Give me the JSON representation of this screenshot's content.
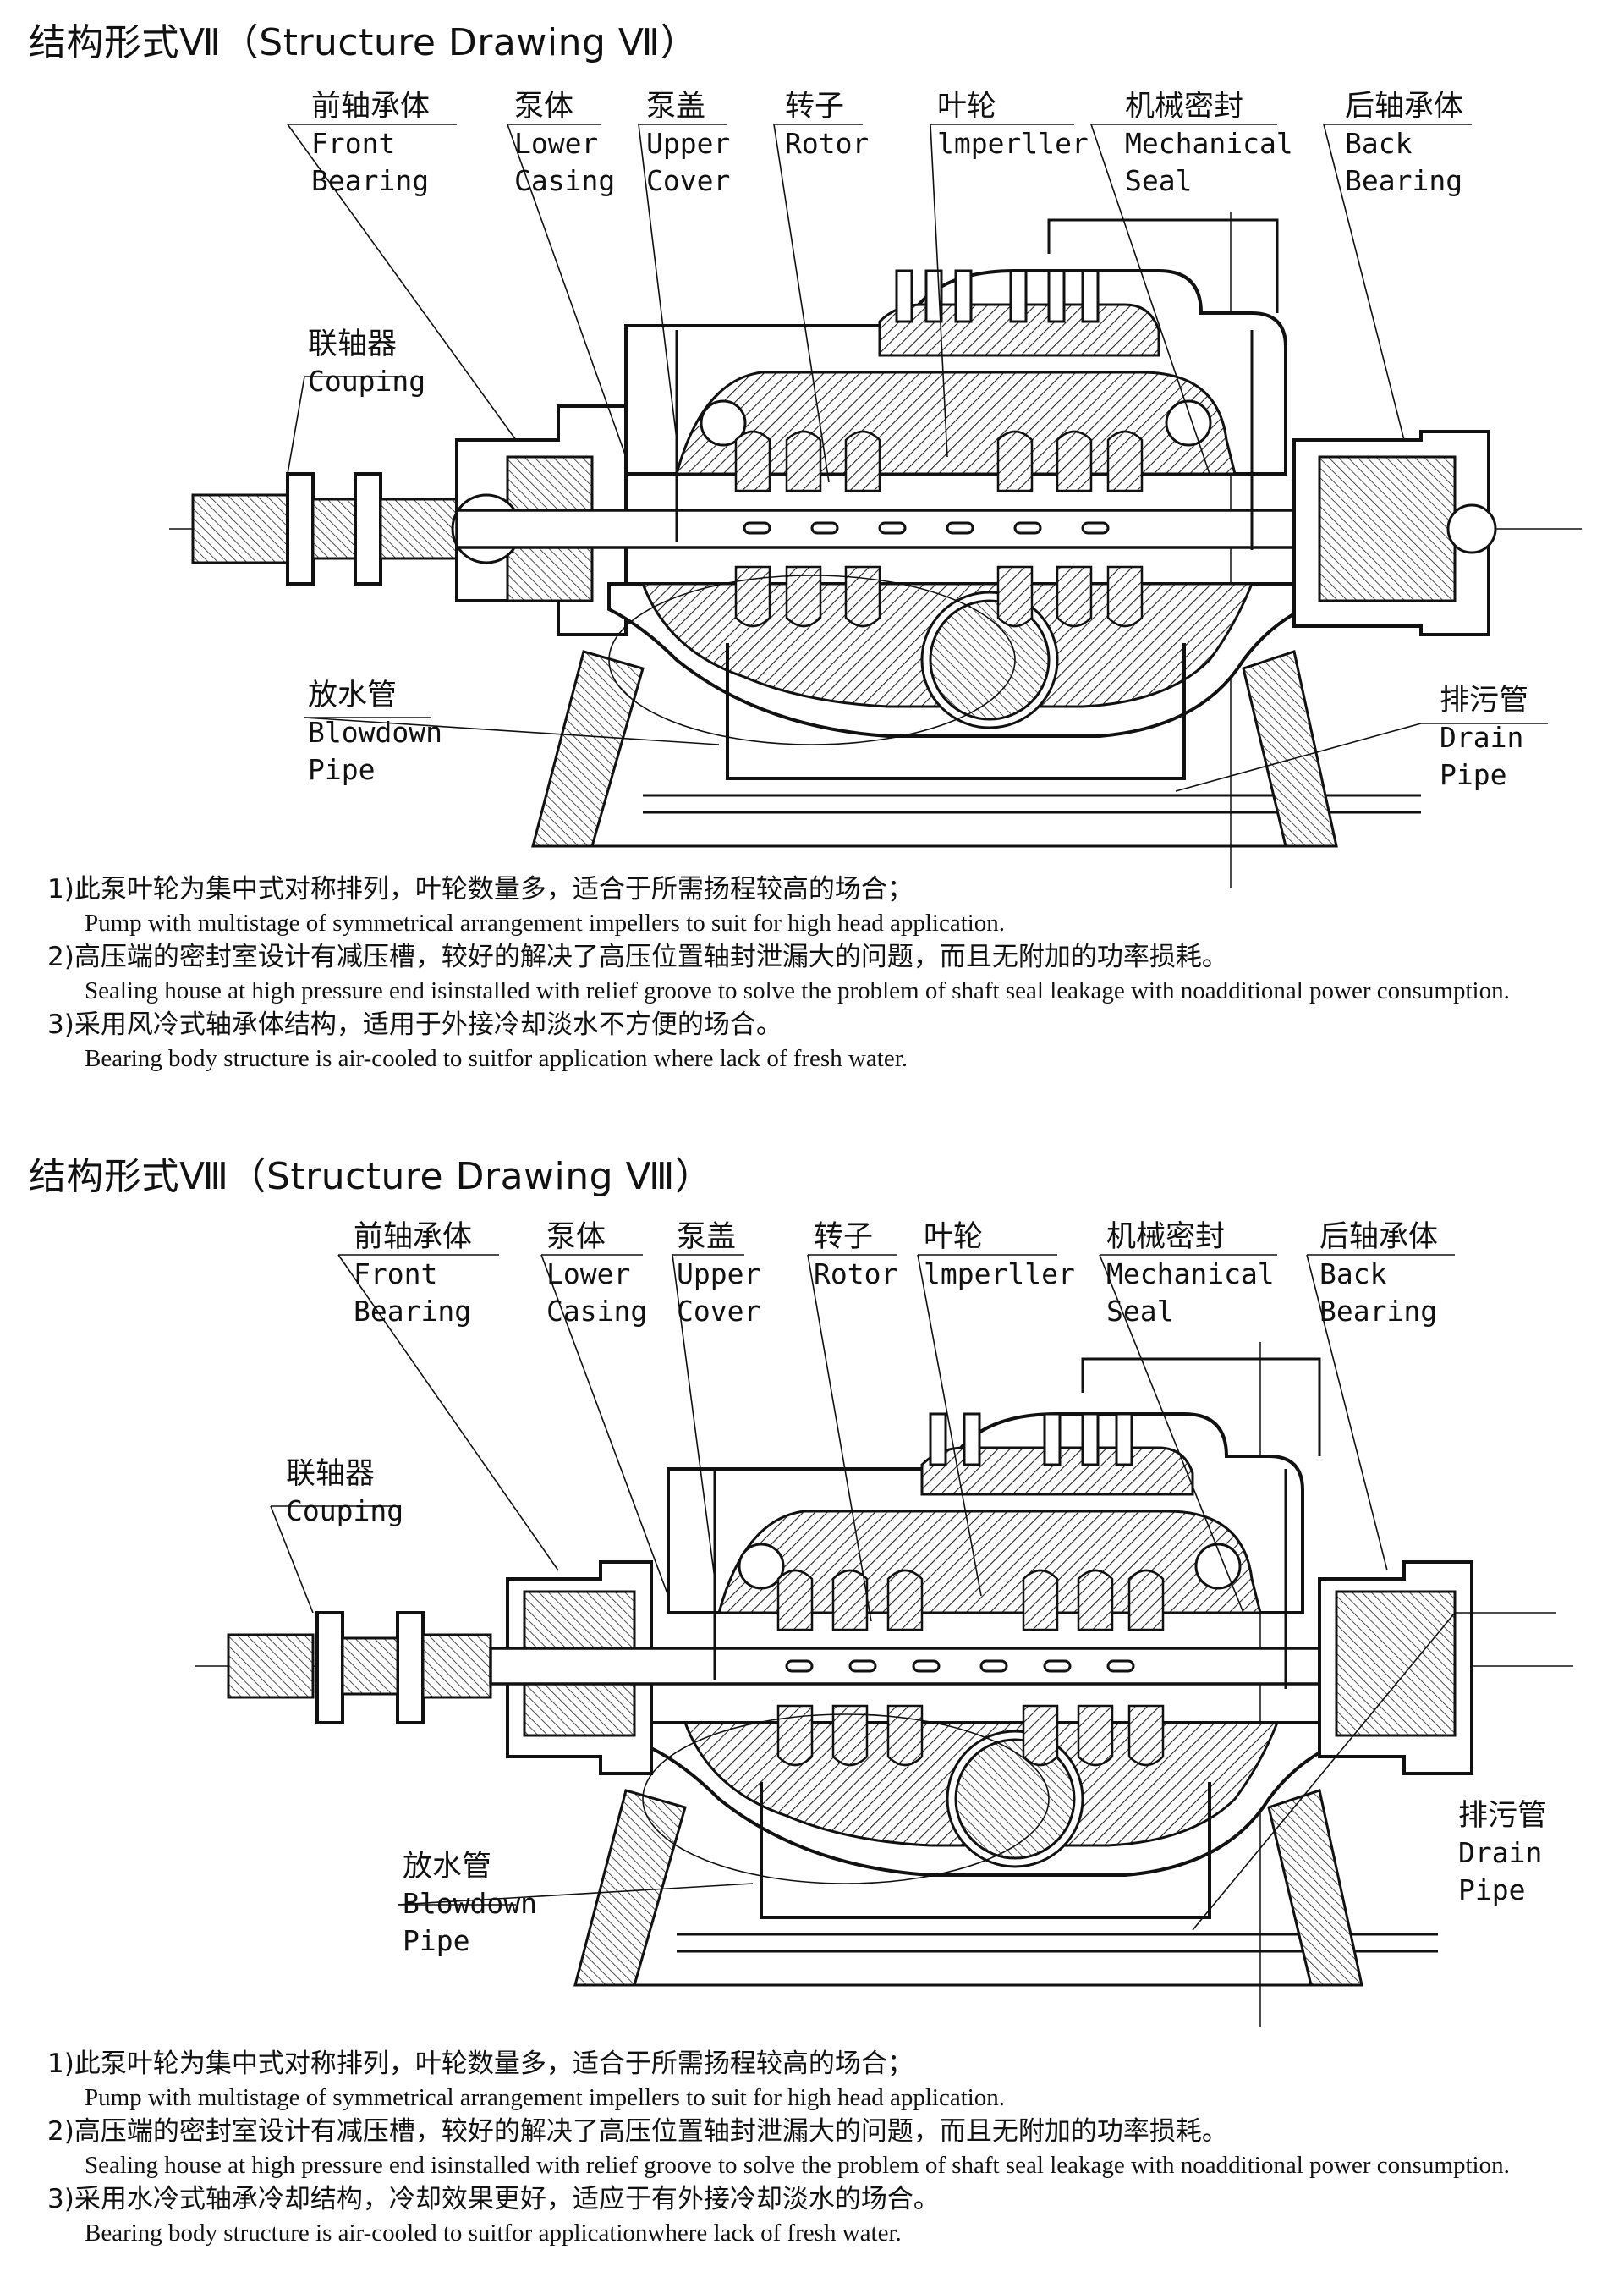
{
  "drawing_vii": {
    "title": "结构形式Ⅶ（Structure Drawing Ⅶ）",
    "labels": {
      "front_bearing": {
        "zh": "前轴承体",
        "en": [
          "Front",
          "Bearing"
        ]
      },
      "lower_casing": {
        "zh": "泵体",
        "en": [
          "Lower",
          "Casing"
        ]
      },
      "upper_cover": {
        "zh": "泵盖",
        "en": [
          "Upper",
          "Cover"
        ]
      },
      "rotor": {
        "zh": "转子",
        "en": [
          "Rotor"
        ]
      },
      "impeller": {
        "zh": "叶轮",
        "en": [
          "lmperller"
        ]
      },
      "mechanical_seal": {
        "zh": "机械密封",
        "en": [
          "Mechanical",
          "Seal"
        ]
      },
      "back_bearing": {
        "zh": "后轴承体",
        "en": [
          "Back",
          "Bearing"
        ]
      },
      "coupling": {
        "zh": "联轴器",
        "en": [
          "Couping"
        ]
      },
      "blowdown_pipe": {
        "zh": "放水管",
        "en": [
          "Blowdown",
          "Pipe"
        ]
      },
      "drain_pipe": {
        "zh": "排污管",
        "en": [
          "Drain",
          "Pipe"
        ]
      }
    },
    "notes": [
      {
        "zh": "1)此泵叶轮为集中式对称排列，叶轮数量多，适合于所需扬程较高的场合；",
        "en": "Pump with multistage of symmetrical arrangement impellers to suit for high head application."
      },
      {
        "zh": "2)高压端的密封室设计有减压槽，较好的解决了高压位置轴封泄漏大的问题，而且无附加的功率损耗。",
        "en": "Sealing house at high pressure end isinstalled with relief groove to solve the problem of shaft seal leakage with noadditional power consumption."
      },
      {
        "zh": "3)采用风冷式轴承体结构，适用于外接冷却淡水不方便的场合。",
        "en": "Bearing body structure is air-cooled to suitfor application where lack of fresh water."
      }
    ]
  },
  "drawing_viii": {
    "title": "结构形式Ⅷ（Structure Drawing Ⅷ）",
    "labels": {
      "front_bearing": {
        "zh": "前轴承体",
        "en": [
          "Front",
          "Bearing"
        ]
      },
      "lower_casing": {
        "zh": "泵体",
        "en": [
          "Lower",
          "Casing"
        ]
      },
      "upper_cover": {
        "zh": "泵盖",
        "en": [
          "Upper",
          "Cover"
        ]
      },
      "rotor": {
        "zh": "转子",
        "en": [
          "Rotor"
        ]
      },
      "impeller": {
        "zh": "叶轮",
        "en": [
          "lmperller"
        ]
      },
      "mechanical_seal": {
        "zh": "机械密封",
        "en": [
          "Mechanical",
          "Seal"
        ]
      },
      "back_bearing": {
        "zh": "后轴承体",
        "en": [
          "Back",
          "Bearing"
        ]
      },
      "coupling": {
        "zh": "联轴器",
        "en": [
          "Couping"
        ]
      },
      "blowdown_pipe": {
        "zh": "放水管",
        "en": [
          "Blowdown",
          "Pipe"
        ]
      },
      "drain_pipe": {
        "zh": "排污管",
        "en": [
          "Drain",
          "Pipe"
        ]
      }
    },
    "notes": [
      {
        "zh": "1)此泵叶轮为集中式对称排列，叶轮数量多，适合于所需扬程较高的场合；",
        "en": "Pump with multistage of symmetrical arrangement impellers to suit for high head application."
      },
      {
        "zh": "2)高压端的密封室设计有减压槽，较好的解决了高压位置轴封泄漏大的问题，而且无附加的功率损耗。",
        "en": "Sealing house at high pressure end isinstalled with relief groove to solve the problem of shaft seal leakage with noadditional power consumption."
      },
      {
        "zh": "3)采用水冷式轴承冷却结构，冷却效果更好，适应于有外接冷却淡水的场合。",
        "en": "Bearing body structure is air-cooled to suitfor applicationwhere lack of fresh water."
      }
    ]
  }
}
